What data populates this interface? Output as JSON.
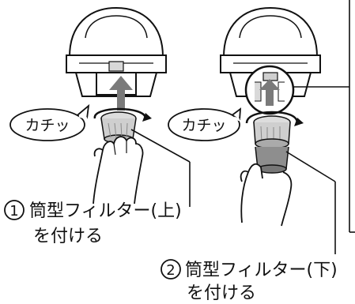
{
  "sound_bubble_left": "カチッ",
  "sound_bubble_right": "カチッ",
  "step1": {
    "number": "1",
    "line1": "筒型フィルター(上)",
    "line2": "を付ける"
  },
  "step2": {
    "number": "2",
    "line1": "筒型フィルター(下)",
    "line2": "を付ける"
  },
  "colors": {
    "line": "#111111",
    "gray": "#7a7a7a",
    "light_gray": "#bdbdbd"
  }
}
